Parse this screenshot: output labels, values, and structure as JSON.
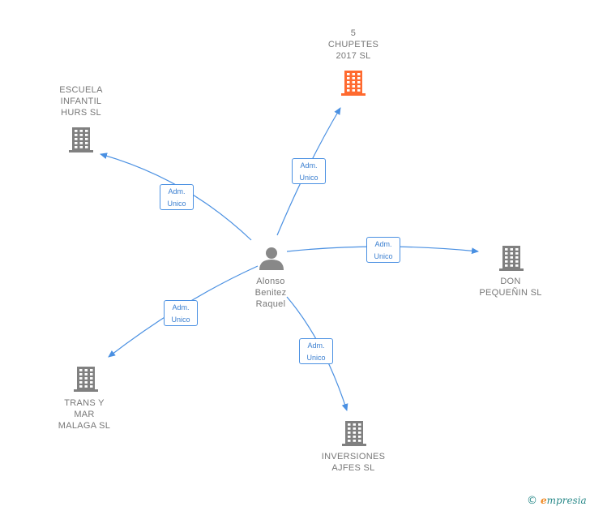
{
  "colors": {
    "edge": "#4a90e2",
    "company": "#808080",
    "company_highlight": "#ff6a2f",
    "person": "#888888"
  },
  "center": {
    "label": "Alonso\nBenitez\nRaquel",
    "icon": "person-icon"
  },
  "companies": [
    {
      "id": "chupetes",
      "label": "5\nCHUPETES\n2017  SL",
      "highlight": true
    },
    {
      "id": "escuela",
      "label": "ESCUELA\nINFANTIL\nHURS SL",
      "highlight": false
    },
    {
      "id": "don",
      "label": "DON\nPEQUEÑIN SL",
      "highlight": false
    },
    {
      "id": "trans",
      "label": "TRANS Y\nMAR\nMALAGA SL",
      "highlight": false
    },
    {
      "id": "inversiones",
      "label": "INVERSIONES\nAJFES  SL",
      "highlight": false
    }
  ],
  "edges": [
    {
      "to": "chupetes",
      "line1": "Adm.",
      "line2": "Unico"
    },
    {
      "to": "escuela",
      "line1": "Adm.",
      "line2": "Unico"
    },
    {
      "to": "don",
      "line1": "Adm.",
      "line2": "Unico"
    },
    {
      "to": "trans",
      "line1": "Adm.",
      "line2": "Unico"
    },
    {
      "to": "inversiones",
      "line1": "Adm.",
      "line2": "Unico"
    }
  ],
  "footer": {
    "copyright": "©",
    "brand_first": "e",
    "brand_rest": "mpresia"
  }
}
